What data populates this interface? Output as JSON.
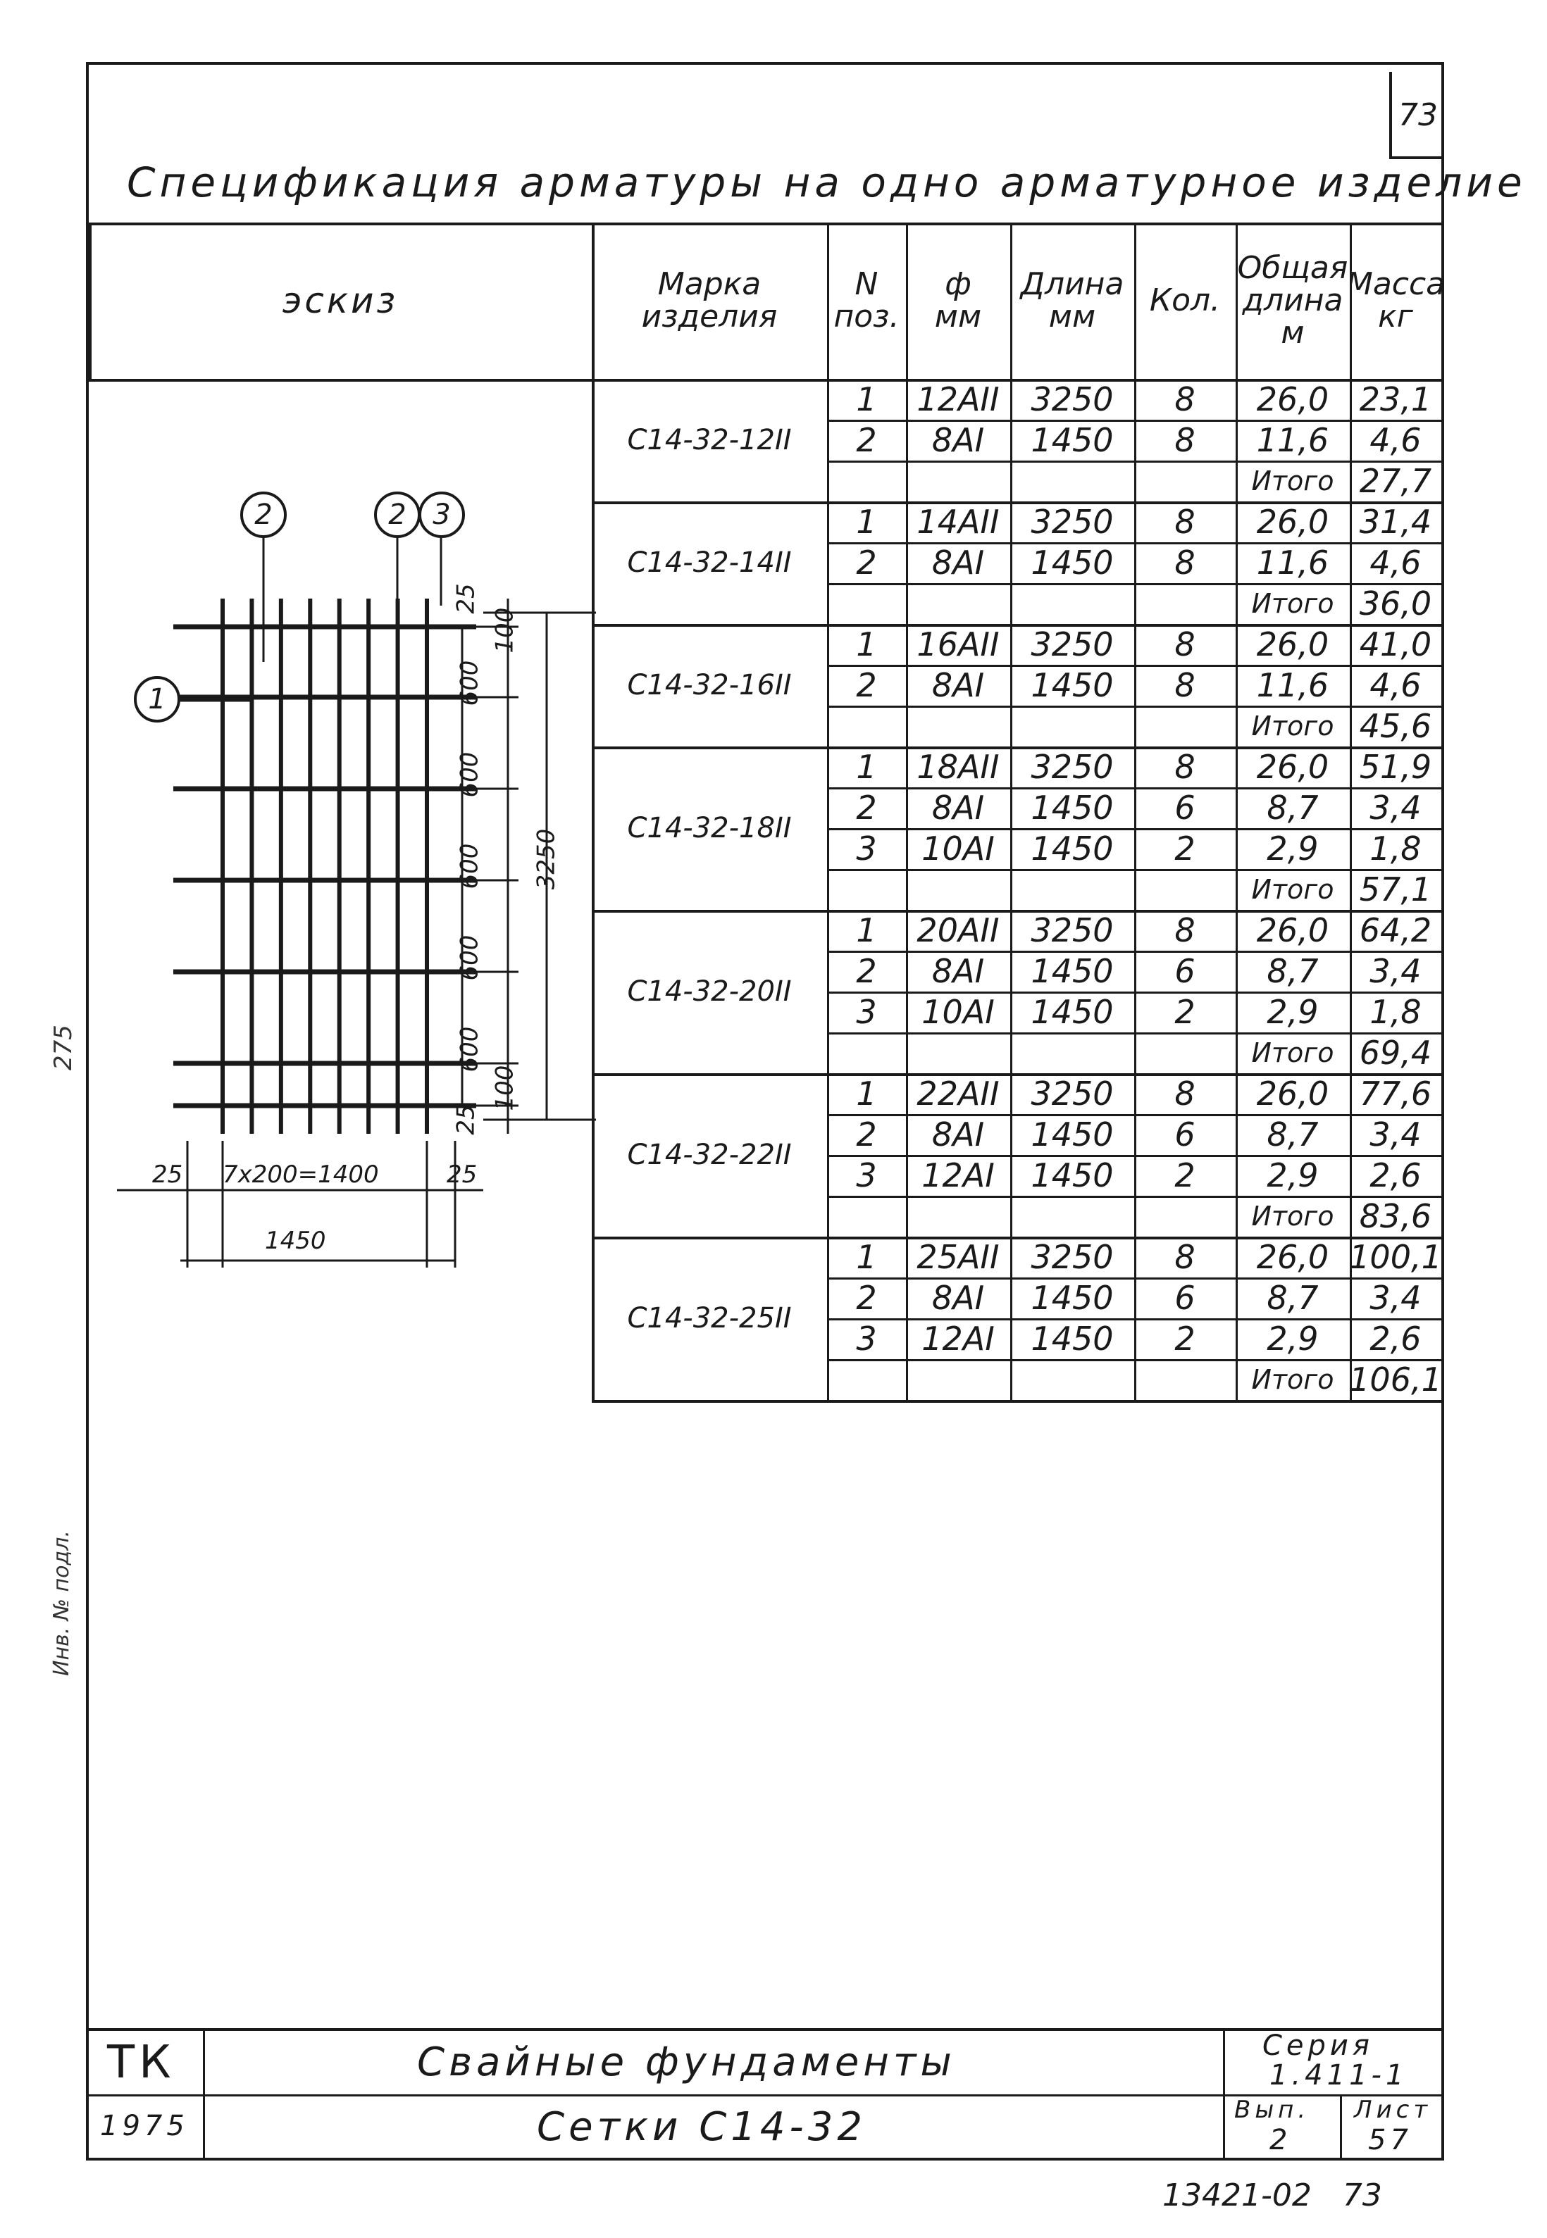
{
  "sheet_number": "73",
  "title": "Спецификация арматуры на одно арматурное изделие",
  "headers": {
    "sketch": "эскиз",
    "mark": [
      "Марка",
      "изделия"
    ],
    "pos": [
      "N",
      "поз."
    ],
    "dia": [
      "ф",
      "мм"
    ],
    "length": [
      "Длина",
      "мм"
    ],
    "qty": [
      "Кол."
    ],
    "total_len": [
      "Общая",
      "длина",
      "м"
    ],
    "mass": [
      "Масса",
      "кг"
    ]
  },
  "total_label": "Итого",
  "groups": [
    {
      "mark": "С14-32-12II",
      "total": "27,7",
      "rows": [
        {
          "pos": "1",
          "dia": "12АII",
          "len": "3250",
          "qty": "8",
          "tlen": "26,0",
          "mass": "23,1"
        },
        {
          "pos": "2",
          "dia": "8АI",
          "len": "1450",
          "qty": "8",
          "tlen": "11,6",
          "mass": "4,6"
        }
      ]
    },
    {
      "mark": "С14-32-14II",
      "total": "36,0",
      "rows": [
        {
          "pos": "1",
          "dia": "14АII",
          "len": "3250",
          "qty": "8",
          "tlen": "26,0",
          "mass": "31,4"
        },
        {
          "pos": "2",
          "dia": "8АI",
          "len": "1450",
          "qty": "8",
          "tlen": "11,6",
          "mass": "4,6"
        }
      ]
    },
    {
      "mark": "С14-32-16II",
      "total": "45,6",
      "rows": [
        {
          "pos": "1",
          "dia": "16АII",
          "len": "3250",
          "qty": "8",
          "tlen": "26,0",
          "mass": "41,0"
        },
        {
          "pos": "2",
          "dia": "8АI",
          "len": "1450",
          "qty": "8",
          "tlen": "11,6",
          "mass": "4,6"
        }
      ]
    },
    {
      "mark": "С14-32-18II",
      "total": "57,1",
      "rows": [
        {
          "pos": "1",
          "dia": "18АII",
          "len": "3250",
          "qty": "8",
          "tlen": "26,0",
          "mass": "51,9"
        },
        {
          "pos": "2",
          "dia": "8АI",
          "len": "1450",
          "qty": "6",
          "tlen": "8,7",
          "mass": "3,4"
        },
        {
          "pos": "3",
          "dia": "10АI",
          "len": "1450",
          "qty": "2",
          "tlen": "2,9",
          "mass": "1,8"
        }
      ]
    },
    {
      "mark": "С14-32-20II",
      "total": "69,4",
      "rows": [
        {
          "pos": "1",
          "dia": "20АII",
          "len": "3250",
          "qty": "8",
          "tlen": "26,0",
          "mass": "64,2"
        },
        {
          "pos": "2",
          "dia": "8АI",
          "len": "1450",
          "qty": "6",
          "tlen": "8,7",
          "mass": "3,4"
        },
        {
          "pos": "3",
          "dia": "10АI",
          "len": "1450",
          "qty": "2",
          "tlen": "2,9",
          "mass": "1,8"
        }
      ]
    },
    {
      "mark": "С14-32-22II",
      "total": "83,6",
      "rows": [
        {
          "pos": "1",
          "dia": "22АII",
          "len": "3250",
          "qty": "8",
          "tlen": "26,0",
          "mass": "77,6"
        },
        {
          "pos": "2",
          "dia": "8АI",
          "len": "1450",
          "qty": "6",
          "tlen": "8,7",
          "mass": "3,4"
        },
        {
          "pos": "3",
          "dia": "12АI",
          "len": "1450",
          "qty": "2",
          "tlen": "2,9",
          "mass": "2,6"
        }
      ]
    },
    {
      "mark": "С14-32-25II",
      "total": "106,1",
      "rows": [
        {
          "pos": "1",
          "dia": "25АII",
          "len": "3250",
          "qty": "8",
          "tlen": "26,0",
          "mass": "100,1"
        },
        {
          "pos": "2",
          "dia": "8АI",
          "len": "1450",
          "qty": "6",
          "tlen": "8,7",
          "mass": "3,4"
        },
        {
          "pos": "3",
          "dia": "12АI",
          "len": "1450",
          "qty": "2",
          "tlen": "2,9",
          "mass": "2,6"
        }
      ]
    }
  ],
  "sketch": {
    "callouts": [
      "1",
      "2",
      "2",
      "3"
    ],
    "dims": {
      "top_edge": "25",
      "top_offset": "100",
      "spans": [
        "600",
        "600",
        "600",
        "600",
        "600"
      ],
      "bottom_offset": "100",
      "bottom_edge": "25",
      "overall_height": "3250",
      "left_edge": "25",
      "inner_width": "7x200=1400",
      "right_edge": "25",
      "overall_width": "1450"
    }
  },
  "stamp": {
    "code": "ТК",
    "title": "Свайные фундаменты",
    "series_label": "Серия",
    "series_value": "1.411-1",
    "year": "1975",
    "subtitle": "Сетки С14-32",
    "issue_label": "Вып.",
    "issue_value": "2",
    "sheet_label": "Лист",
    "sheet_value": "57"
  },
  "margin_note": "275",
  "margin_note2": "Инв. № подл.",
  "bottom_code": "13421-02",
  "bottom_page": "73"
}
